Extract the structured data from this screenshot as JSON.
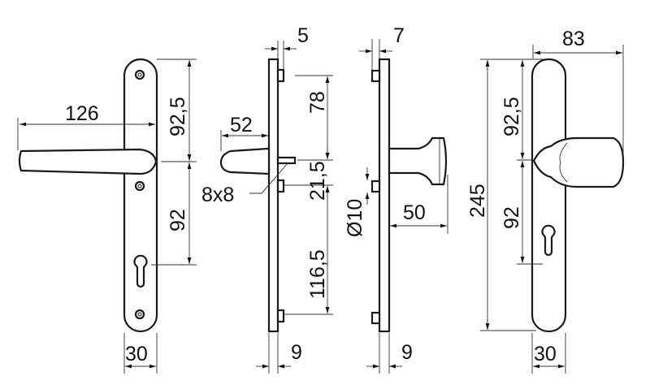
{
  "drawing": {
    "lever_front": {
      "lever_length": "126",
      "upper_distance": "92,5",
      "lower_distance": "92",
      "width": "30"
    },
    "lever_side": {
      "projection": "52",
      "boss": "5",
      "spindle": "8x8",
      "top_distance": "78",
      "spindle_offset": "21,5",
      "bottom_distance": "116,5",
      "thickness": "9"
    },
    "knob_side": {
      "boss": "7",
      "diameter": "Ø10",
      "projection": "50",
      "thickness": "9"
    },
    "knob_front": {
      "knob_width": "83",
      "total_height": "245",
      "upper_distance": "92,5",
      "lower_distance": "92",
      "width": "30"
    }
  }
}
